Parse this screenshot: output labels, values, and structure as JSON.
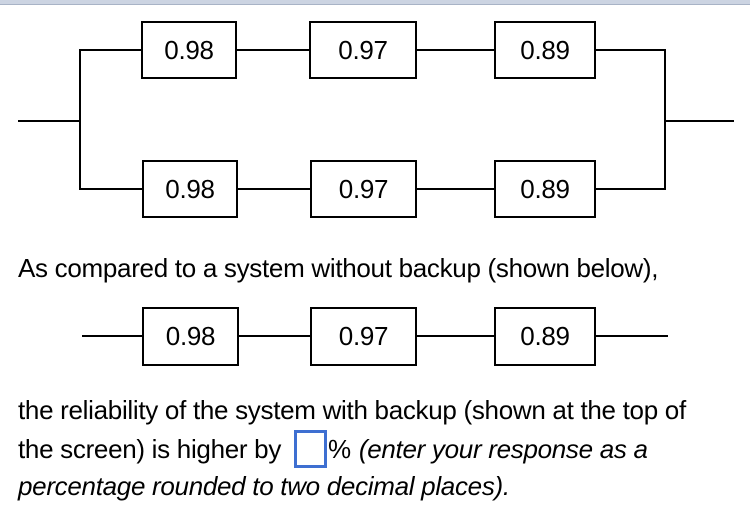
{
  "backup_system_diagram": {
    "branch_top": {
      "blocks": [
        "0.98",
        "0.97",
        "0.89"
      ]
    },
    "branch_bottom": {
      "blocks": [
        "0.98",
        "0.97",
        "0.89"
      ]
    }
  },
  "series_system_diagram": {
    "blocks": [
      "0.98",
      "0.97",
      "0.89"
    ]
  },
  "text": {
    "compare_line": "As compared to a system without backup (shown below),",
    "question_line1": "the reliability of the system with backup (shown at the top of",
    "question_line2_before": "the screen) is higher by",
    "percent_sign": "%",
    "question_line2_italic": "(enter your response as a",
    "question_line3_italic": "percentage rounded to two decimal places).",
    "answer_value": ""
  },
  "colors": {
    "input_border": "#3e6fd1",
    "top_bar": "#ccd4e2",
    "diagram_line": "#000000"
  }
}
